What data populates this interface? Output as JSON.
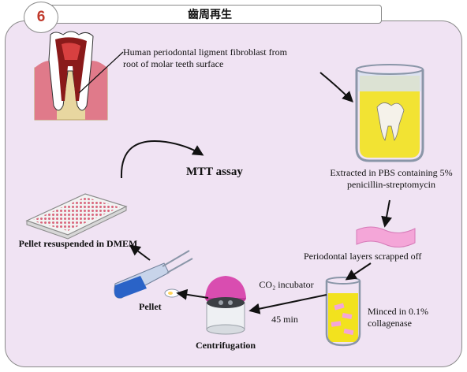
{
  "header": {
    "step_number": "6",
    "title": "齒周再生"
  },
  "labels": {
    "fibroblast_source": "Human periodontal ligment fibroblast from root of molar teeth surface",
    "extracted": "Extracted in PBS containing 5% penicillin-streptomycin",
    "periodontal_layers": "Periodontal layers scrapped off",
    "minced": "Minced in 0.1% collagenase",
    "incubator": "CO₂ incubator",
    "duration": "45 min",
    "centrifugation": "Centrifugation",
    "pellet": "Pellet",
    "pellet_resuspended": "Pellet resuspended in DMEM",
    "assay": "MTT assay"
  },
  "colors": {
    "background_panel": "#f0e3f3",
    "pbs_liquid": "#f2e21e",
    "tissue_layer": "#f4a6d8",
    "centrifuge_lid": "#c0399a",
    "pellet_blue": "#2a63c7",
    "number_red": "#c0392b"
  }
}
